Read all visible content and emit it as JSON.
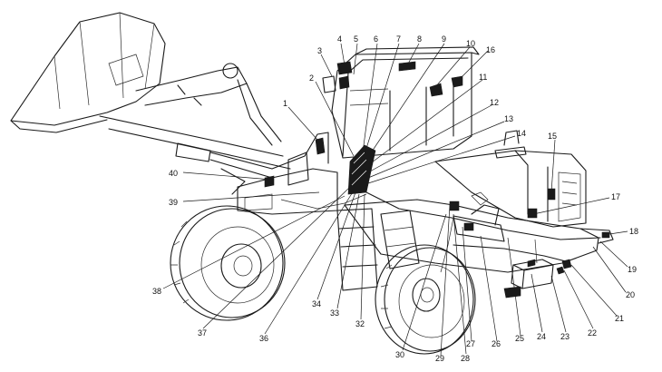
{
  "labels": [
    {
      "id": "1",
      "text": "1"
    },
    {
      "id": "2",
      "text": "2"
    },
    {
      "id": "3",
      "text": "3"
    },
    {
      "id": "4",
      "text": "4"
    },
    {
      "id": "5",
      "text": "5"
    },
    {
      "id": "6",
      "text": "6"
    },
    {
      "id": "7",
      "text": "7"
    },
    {
      "id": "8",
      "text": "8"
    },
    {
      "id": "9",
      "text": "9"
    },
    {
      "id": "10",
      "text": "10"
    },
    {
      "id": "11",
      "text": "11"
    },
    {
      "id": "12",
      "text": "12"
    },
    {
      "id": "13",
      "text": "13"
    },
    {
      "id": "14",
      "text": "14"
    },
    {
      "id": "15",
      "text": "15"
    },
    {
      "id": "16",
      "text": "16"
    },
    {
      "id": "17",
      "text": "17"
    },
    {
      "id": "18",
      "text": "18"
    },
    {
      "id": "19",
      "text": "19"
    },
    {
      "id": "20",
      "text": "20"
    },
    {
      "id": "21",
      "text": "21"
    },
    {
      "id": "22",
      "text": "22"
    },
    {
      "id": "23",
      "text": "23"
    },
    {
      "id": "24",
      "text": "24"
    },
    {
      "id": "25",
      "text": "25"
    },
    {
      "id": "26",
      "text": "26"
    },
    {
      "id": "27",
      "text": "27"
    },
    {
      "id": "28",
      "text": "28"
    },
    {
      "id": "29",
      "text": "29"
    },
    {
      "id": "30",
      "text": "30"
    },
    {
      "id": "32",
      "text": "32"
    },
    {
      "id": "33",
      "text": "33"
    },
    {
      "id": "34",
      "text": "34"
    },
    {
      "id": "36",
      "text": "36"
    },
    {
      "id": "37",
      "text": "37"
    },
    {
      "id": "38",
      "text": "38"
    },
    {
      "id": "39",
      "text": "39"
    },
    {
      "id": "40",
      "text": "40"
    }
  ]
}
